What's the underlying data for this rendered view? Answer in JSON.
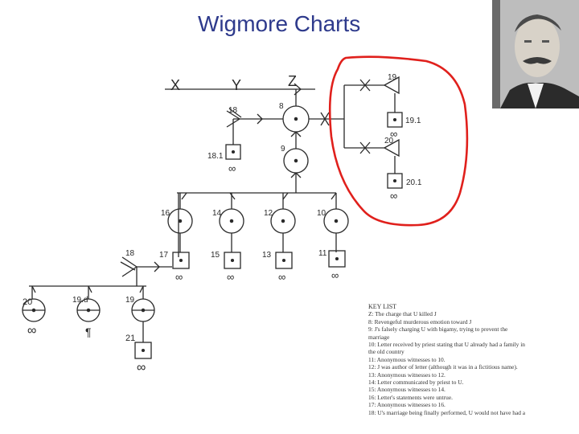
{
  "title": "Wigmore Charts",
  "portrait": {
    "icon": "portrait-photo"
  },
  "labels": {
    "x": "X",
    "y": "Y",
    "z": "Z",
    "n8": "8",
    "n9": "9",
    "n18a": "18",
    "n181": "18.1",
    "n19": "19",
    "n191": "19.1",
    "n20": "20",
    "n201": "20.1",
    "n16": "16",
    "n14": "14",
    "n12": "12",
    "n10": "10",
    "n17": "17",
    "n15": "15",
    "n13": "13",
    "n11": "11",
    "n18b": "18",
    "n20b": "20",
    "n19d": "19.d",
    "n19b": "19",
    "n21": "21",
    "inf": "∞",
    "para": "¶"
  },
  "key_list": {
    "title": "KEY LIST",
    "entries": [
      "Z: The charge that U killed J",
      "8: Revengeful murderous emotion toward J",
      "9: J's falsely charging U with bigamy, trying to prevent the",
      "marriage",
      "10: Letter received by priest stating that U already had a family in",
      "the old country",
      "11: Anonymous witnesses to 10.",
      "12: J was author of letter (although it was in a fictitious name).",
      "13: Anonymous witnesses to 12.",
      "14: Letter communicated by priest to U.",
      "15: Anonymous witnesses to 14.",
      "16: Letter's statements were untrue.",
      "17: Anonymous witnesses to 16.",
      "18: U's marriage being finally performed, U would not have had a"
    ]
  },
  "colors": {
    "title": "#2e3a8c",
    "highlight": "#e0201c",
    "ink": "#2a2a2a"
  }
}
